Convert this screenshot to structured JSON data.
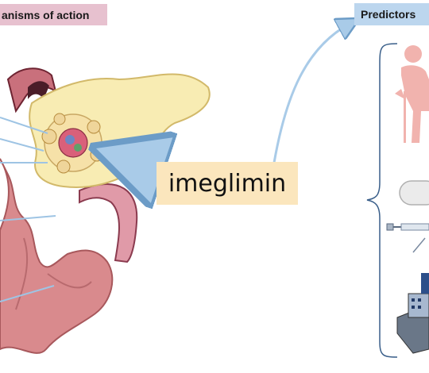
{
  "labels": {
    "mechanisms": "anisms of action",
    "predictors": "Predictors",
    "drug": "imeglimin"
  },
  "colors": {
    "mechanisms_bg": "#e7c1cf",
    "predictors_bg": "#bcd6ee",
    "drug_bg": "#fbe6bd",
    "arrow_blue": "#a9cbe8",
    "pancreas": "#f8ecb3",
    "gut": "#d98a8d"
  },
  "icons": [
    "pancreas-illustration",
    "intestine-illustration",
    "elderly-person-icon",
    "tablet-icon",
    "syringe-icon",
    "building-icon"
  ]
}
